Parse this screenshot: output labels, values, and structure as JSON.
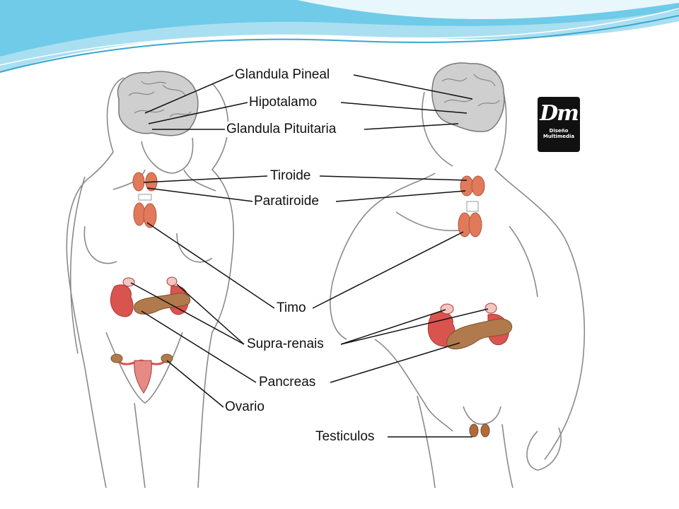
{
  "labels": {
    "glandula_pineal": "Glandula Pineal",
    "hipotalamo": "Hipotalamo",
    "glandula_pituitaria": "Glandula Pituitaria",
    "tiroide": "Tiroide",
    "paratiroide": "Paratiroide",
    "timo": "Timo",
    "supra_renais": "Supra-renais",
    "pancreas": "Pancreas",
    "ovario": "Ovario",
    "testiculos": "Testiculos"
  },
  "logo": {
    "mark": "Dm",
    "line1": "Diseño",
    "line2": "Multimedia"
  },
  "colors": {
    "gland_red": "#d9534f",
    "gland_orange": "#e07a5a",
    "pancreas_brown": "#b07a4c",
    "header_blue": "#5bc0de",
    "outline": "#8a8a8a"
  }
}
